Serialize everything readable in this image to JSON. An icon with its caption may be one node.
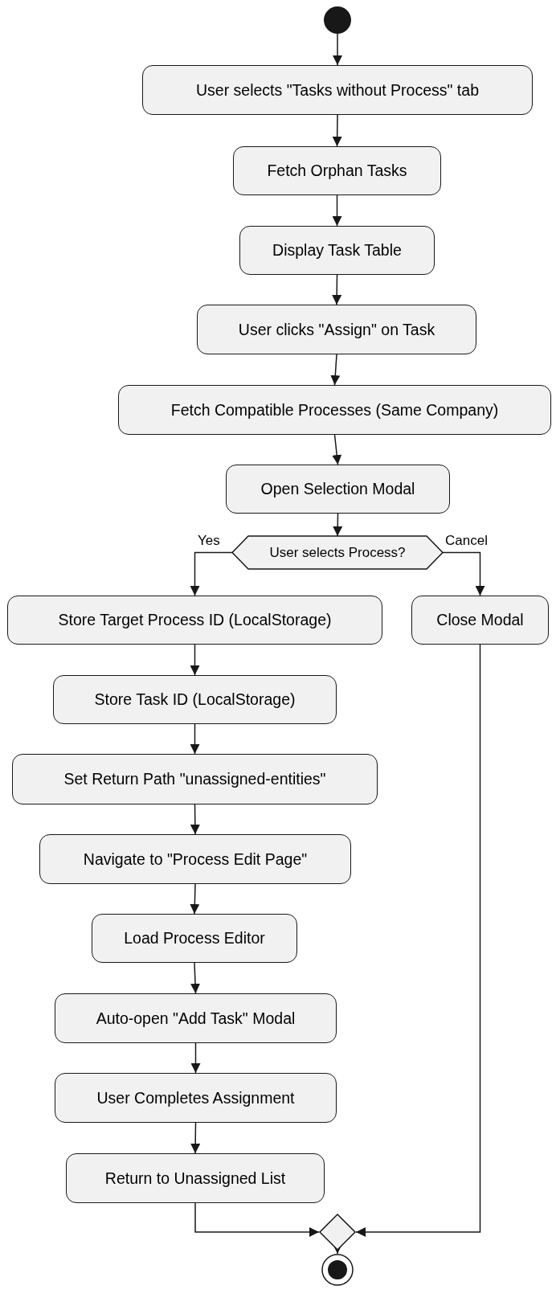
{
  "diagram": {
    "nodes": [
      {
        "text": [],
        "shape": "circle"
      },
      {
        "text": [
          "User selects \"Tasks without Process\" tab"
        ]
      },
      {
        "text": [
          "Fetch Orphan Tasks"
        ]
      },
      {
        "text": [
          "Display Task Table"
        ]
      },
      {
        "text": [
          "User clicks \"Assign\" on Task"
        ]
      },
      {
        "text": [
          "Fetch Compatible Processes (Same Company)"
        ]
      },
      {
        "text": [
          "Open Selection Modal"
        ]
      },
      {
        "text": [
          "User selects Process?"
        ]
      },
      {
        "text": [
          "Store Target Process ID (LocalStorage)"
        ]
      },
      {
        "text": [
          "Close Modal"
        ]
      },
      {
        "text": [
          "Store Task ID (LocalStorage)"
        ]
      },
      {
        "text": [
          "Set Return Path \"unassigned-entities\""
        ]
      },
      {
        "text": [
          "Navigate to \"Process Edit Page\""
        ]
      },
      {
        "text": [
          "Load Process Editor"
        ]
      },
      {
        "text": [
          "Auto-open \"Add Task\" Modal"
        ]
      },
      {
        "text": [
          "User Completes Assignment"
        ]
      },
      {
        "text": [
          "Return to Unassigned List"
        ]
      },
      {
        "text": [],
        "shape": "diamond"
      },
      {
        "text": [],
        "shape": "circle"
      }
    ],
    "edges": [
      {
        "from": 0,
        "to": 1,
        "arrow": "to"
      },
      {
        "from": 1,
        "to": 2,
        "arrow": "to"
      },
      {
        "from": 2,
        "to": 3,
        "arrow": "to"
      },
      {
        "from": 3,
        "to": 4,
        "arrow": "to"
      },
      {
        "from": 4,
        "to": 5,
        "arrow": "to"
      },
      {
        "from": 5,
        "to": 6,
        "arrow": "to"
      },
      {
        "from": 6,
        "to": 7,
        "arrow": "to"
      },
      {
        "from": 7,
        "to": 8,
        "arrow": "to",
        "label": "Yes"
      },
      {
        "from": 7,
        "to": 9,
        "arrow": "to",
        "label": "Cancel"
      },
      {
        "from": 8,
        "to": 10,
        "arrow": "to"
      },
      {
        "from": 10,
        "to": 11,
        "arrow": "to"
      },
      {
        "from": 11,
        "to": 12,
        "arrow": "to"
      },
      {
        "from": 12,
        "to": 13,
        "arrow": "to"
      },
      {
        "from": 13,
        "to": 14,
        "arrow": "to"
      },
      {
        "from": 14,
        "to": 15,
        "arrow": "to"
      },
      {
        "from": 15,
        "to": 16,
        "arrow": "to"
      },
      {
        "from": 16,
        "to": 17,
        "arrow": "to"
      },
      {
        "from": 9,
        "to": 17,
        "arrow": "to"
      },
      {
        "from": 17,
        "to": 18,
        "arrow": "to"
      }
    ]
  }
}
